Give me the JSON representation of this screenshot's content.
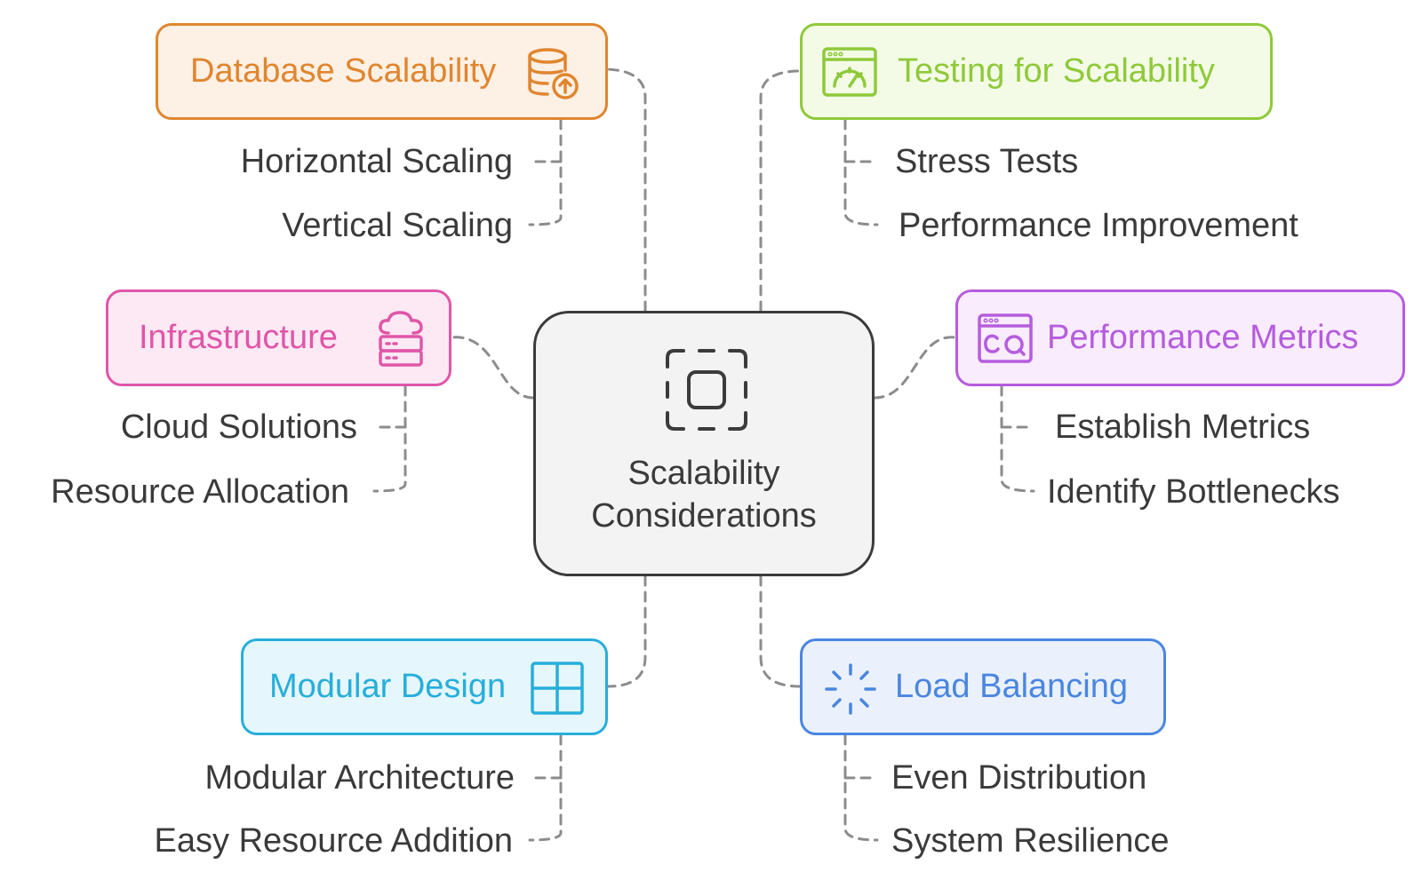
{
  "center": {
    "title_line1": "Scalability",
    "title_line2": "Considerations",
    "icon": "dashed-square-icon"
  },
  "nodes": {
    "database": {
      "title": "Database Scalability",
      "icon": "database-upload-icon",
      "color": "#e0862f",
      "fill": "#fdf0e4",
      "items": [
        "Horizontal Scaling",
        "Vertical Scaling"
      ]
    },
    "testing": {
      "title": "Testing for Scalability",
      "icon": "browser-gauge-icon",
      "color": "#8fc93a",
      "fill": "#f3fbe6",
      "items": [
        "Stress Tests",
        "Performance Improvement"
      ]
    },
    "infrastructure": {
      "title": "Infrastructure",
      "icon": "cloud-server-icon",
      "color": "#e056a8",
      "fill": "#fde9f4",
      "items": [
        "Cloud Solutions",
        "Resource Allocation"
      ]
    },
    "metrics": {
      "title": "Performance Metrics",
      "icon": "browser-metrics-icon",
      "color": "#b65cde",
      "fill": "#f8ecfd",
      "items": [
        "Establish Metrics",
        "Identify Bottlenecks"
      ]
    },
    "modular": {
      "title": "Modular Design",
      "icon": "grid-icon",
      "color": "#27aedb",
      "fill": "#e5f6fc",
      "items": [
        "Modular Architecture",
        "Easy Resource Addition"
      ]
    },
    "load": {
      "title": "Load Balancing",
      "icon": "loader-icon",
      "color": "#4a86e0",
      "fill": "#eaf1fd",
      "items": [
        "Even Distribution",
        "System Resilience"
      ]
    }
  }
}
